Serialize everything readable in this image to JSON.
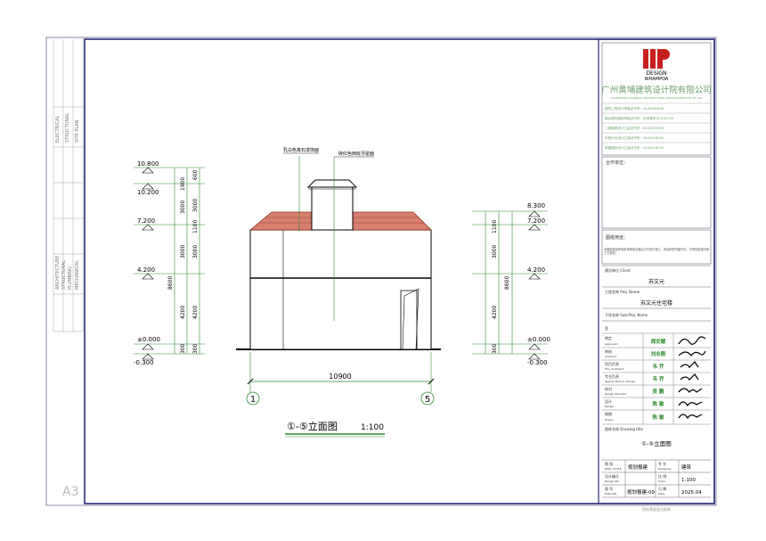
{
  "sheet": {
    "size_label": "A3",
    "left_strip_labels": [
      "ELECTRICAL",
      "STRUCTURAL",
      "SITE PLAN",
      "ARCHITECTURE",
      "STRUCTURAL",
      "PLUMBING",
      "MECHANICAL"
    ]
  },
  "drawing": {
    "title": "①-⑤立面图",
    "scale": "1:100",
    "total_width_dim": "10900",
    "axis_left": "1",
    "axis_right": "5",
    "annot_roof": "乳白色真石漆饰面",
    "annot_tile": "砖红色西班牙屋面",
    "left_elevations": [
      "10.800",
      "10.200",
      "7.200",
      "4.200",
      "±0.000",
      "-0.300"
    ],
    "right_elevations": [
      "8.300",
      "7.200",
      "4.200",
      "±0.000",
      "-0.300"
    ],
    "left_dims_inner": [
      "600",
      "3000",
      "1100",
      "3000",
      "4200",
      "300"
    ],
    "left_dims_mid": [
      "1900",
      "3000",
      "3000",
      "4200",
      "300"
    ],
    "left_dims_total": "8600",
    "right_dims_inner": [
      "1100",
      "3000",
      "4200",
      "300"
    ],
    "right_dims_total": "8600"
  },
  "title_block": {
    "logo_letters": "HP",
    "logo_sub1": "DESIGN",
    "logo_sub2": "WHAMPOA",
    "company_cn": "广州黄埔建筑设计院有限公司",
    "company_en": "GUANGZHOU HUANGPU ARCHITECTURAL DESIGN INSTITUTE CO.,LTD",
    "certs": [
      "建筑工程设计甲级证书号：A144005848",
      "城乡规划编制甲级证书号：自资规甲字2440135",
      "工程勘察设计乙级证书号：B244055656",
      "市政行业设计乙级证书号：A244018930",
      "风景园林设计乙级证书号：A244018930"
    ],
    "cooperation_label": "合作单位：",
    "approval_label": "图纸用途：",
    "approval_note": "本图纸需经审查机构审查合格后方可用于施工，未经本院书面许可，不得复制或向第三方提供。",
    "client_label": "建设单位  Client",
    "client_value": "苏文元",
    "project_label": "工程名称  Proj. Name",
    "project_value": "苏文元住宅楼",
    "subproject_label": "子项名称  Sub-Proj. Name",
    "sign_section_label": "签",
    "roles": [
      {
        "role": "审定",
        "en": "Approved",
        "name": "周安顺"
      },
      {
        "role": "审核",
        "en": "Checked",
        "name": "刘永刚"
      },
      {
        "role": "项目负责",
        "en": "Proj. Architect",
        "name": "韦 乔"
      },
      {
        "role": "专业负责",
        "en": "Special Field in Charge",
        "name": "韦 乔"
      },
      {
        "role": "校对",
        "en": "Design Checked",
        "name": "吴 鹏"
      },
      {
        "role": "设计",
        "en": "Design",
        "name": "陈 敏"
      },
      {
        "role": "制图",
        "en": "Drawn",
        "name": "陈 敏"
      }
    ],
    "drawing_title_label": "图纸名称  Drawing title",
    "drawing_title_value": "①-⑤立面图",
    "stage_label": "图 别",
    "stage_en": "DWG. STYLE",
    "stage_value": "规划报建",
    "specialty_label": "专 业",
    "specialty_en": "Discipline",
    "specialty_value": "建筑",
    "design_no_label": "设计编号",
    "design_no_en": "Design NO.",
    "design_no_value": "",
    "scale_label": "比 例",
    "scale_en": "Scale",
    "scale_value": "1:100",
    "drawing_no_label": "图 号",
    "drawing_no_en": "DWG.NO.",
    "drawing_no_value": "规划报建-09",
    "date_label": "日 期",
    "date_en": "Date",
    "date_value": "2025.04",
    "footer_note": "图纸需要盖出图章"
  },
  "colors": {
    "green": "#2a8a2a",
    "frame": "#2b2b7a",
    "logo_red": "#c8201f",
    "roof": "#d88070",
    "company": "#6aa06a"
  }
}
